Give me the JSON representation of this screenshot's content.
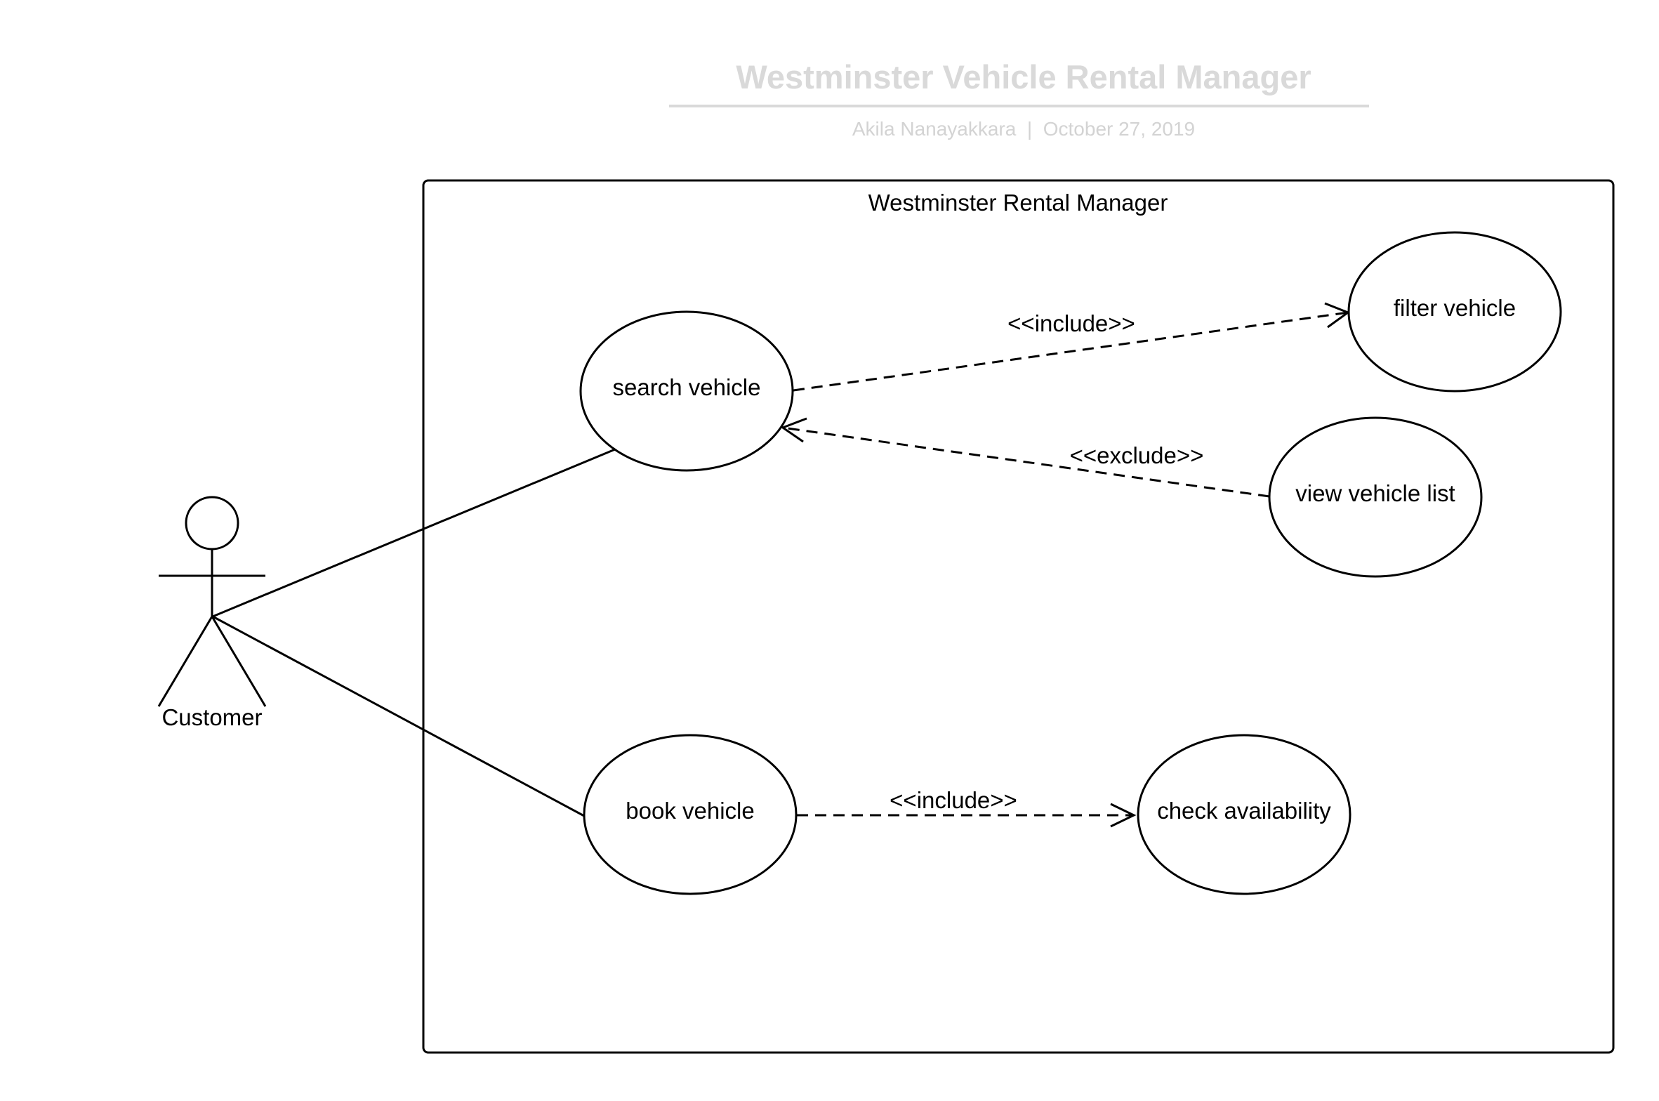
{
  "header": {
    "title": "Westminster Vehicle Rental Manager",
    "author": "Akila Nanayakkara",
    "separator": "|",
    "date": "October 27, 2019"
  },
  "system": {
    "name": "Westminster Rental Manager"
  },
  "actor": {
    "name": "Customer"
  },
  "use_cases": {
    "search_vehicle": "search vehicle",
    "filter_vehicle": "filter vehicle",
    "view_vehicle_list": "view vehicle list",
    "book_vehicle": "book vehicle",
    "check_availability": "check availability"
  },
  "relations": {
    "search_filter": "<<include>>",
    "view_search": "<<exclude>>",
    "book_check": "<<include>>"
  },
  "colors": {
    "title": "#d9d9d9",
    "subtitle": "#d3d3d3",
    "stroke": "#000000"
  }
}
